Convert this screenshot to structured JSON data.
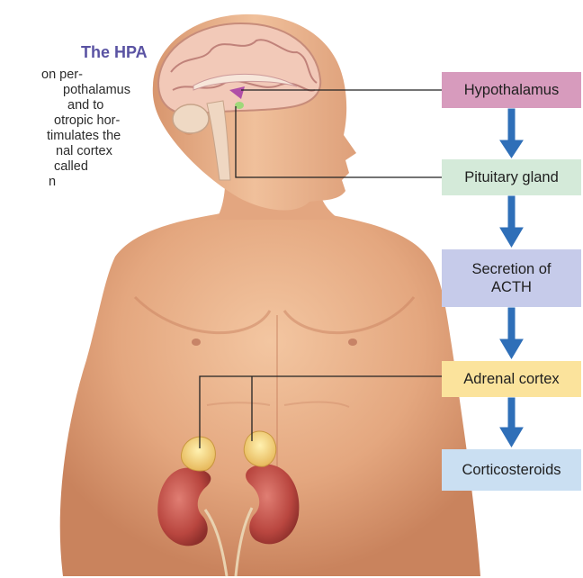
{
  "caption": {
    "title": "The HPA",
    "lines": [
      "on per-",
      "pothalamus",
      "and to",
      "otropic hor-",
      "timulates the",
      "nal cortex",
      "called",
      "n"
    ]
  },
  "flow": {
    "hypothalamus": "Hypothalamus",
    "pituitary": "Pituitary gland",
    "acth_line1": "Secretion of",
    "acth_line2": "ACTH",
    "adrenal": "Adrenal cortex",
    "corticosteroids": "Corticosteroids"
  },
  "colors": {
    "hypothalamus_box": "#d79bbd",
    "pituitary_box": "#d4ead9",
    "acth_box": "#c6cbea",
    "adrenal_box": "#fbe39c",
    "corticosteroids_box": "#cadff2",
    "arrow": "#2f6fb8",
    "skin": "#e8b08a",
    "title": "#5a53a3"
  }
}
